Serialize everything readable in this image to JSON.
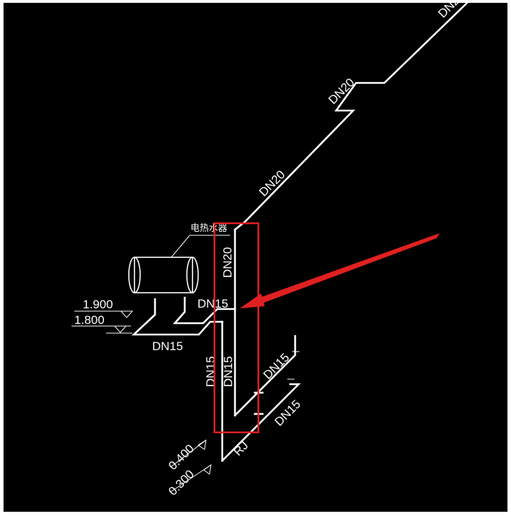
{
  "labels": {
    "heater_name": "电热水器",
    "dn20_top": "DN2",
    "dn20_upper": "DN20",
    "dn20_diag": "DN20",
    "dn20_vertical": "DN20",
    "dn15_branch": "DN15",
    "dn15_bottom": "DN15",
    "dn15_vert_left": "DN15",
    "dn15_vert_right": "DN15",
    "dn15_right_upper": "DN15",
    "dn15_right_lower": "DN15",
    "rj": "RJ"
  },
  "elevations": {
    "e1": "1.900",
    "e2": "1.800",
    "e3": "0.400",
    "e4": "0.300"
  },
  "colors": {
    "background": "#000000",
    "pipe": "#ffffff",
    "highlight": "#e02020"
  }
}
